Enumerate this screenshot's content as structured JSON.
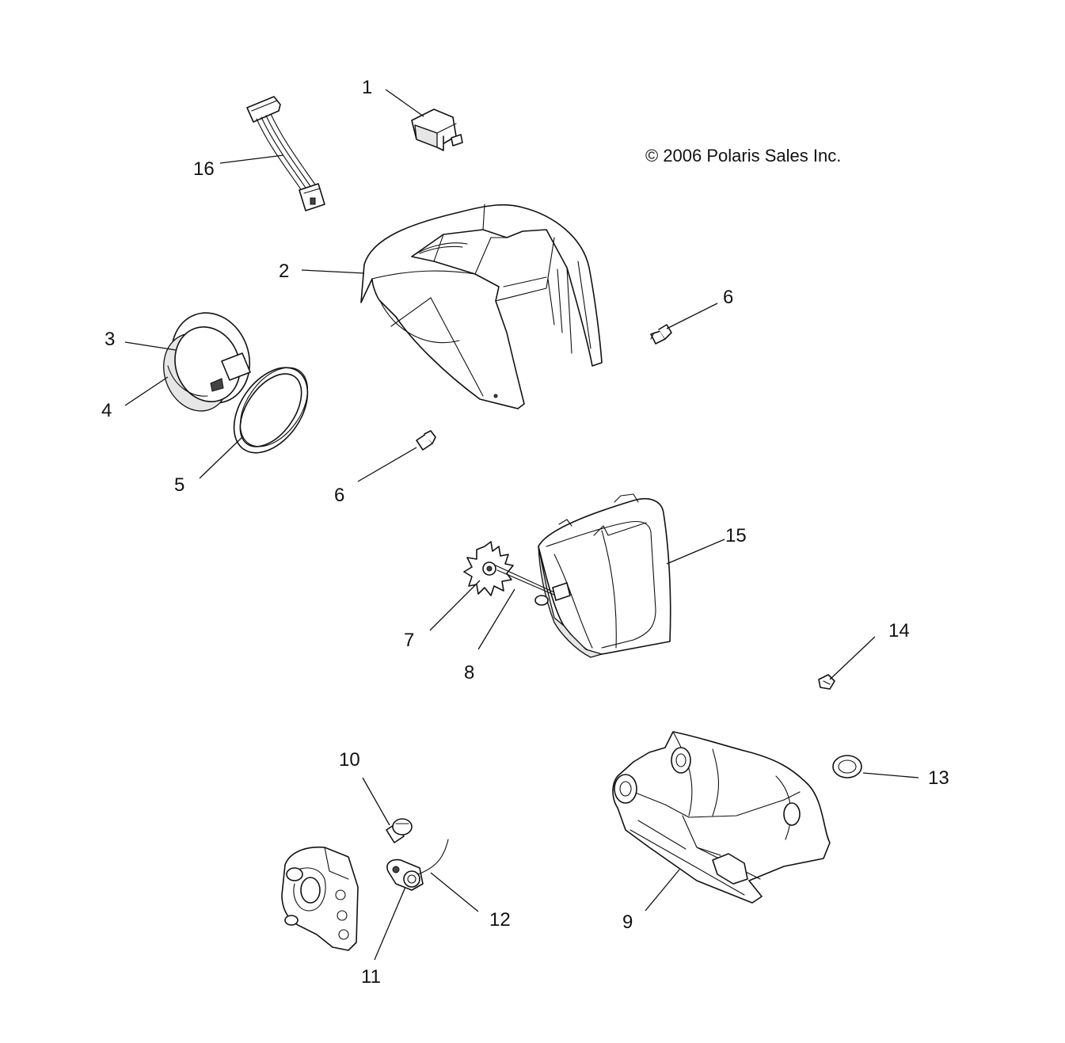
{
  "copyright": "© 2006 Polaris Sales Inc.",
  "callouts": {
    "c1": "1",
    "c2": "2",
    "c3": "3",
    "c4": "4",
    "c5": "5",
    "c6a": "6",
    "c6b": "6",
    "c7": "7",
    "c8": "8",
    "c9": "9",
    "c10": "10",
    "c11": "11",
    "c12": "12",
    "c13": "13",
    "c14": "14",
    "c15": "15",
    "c16": "16"
  }
}
